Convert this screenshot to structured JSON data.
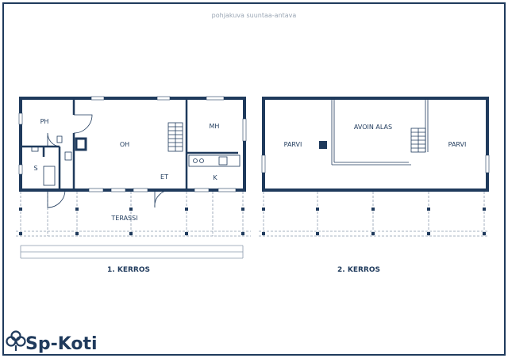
{
  "disclaimer": "pohjakuva suuntaa-antava",
  "floors": [
    {
      "label": "1. KERROS",
      "rooms": {
        "ph": "PH",
        "oh": "OH",
        "mh": "MH",
        "s": "S",
        "et": "ET",
        "k": "K",
        "terassi": "TERASSI"
      }
    },
    {
      "label": "2. KERROS",
      "rooms": {
        "parvi_left": "PARVI",
        "avoin_alas": "AVOIN ALAS",
        "parvi_right": "PARVI"
      }
    }
  ],
  "brand": {
    "name": "Sp-Koti",
    "color": "#1f3a5c"
  },
  "colors": {
    "line": "#1f3a5c",
    "dashed": "#8a9aac"
  }
}
